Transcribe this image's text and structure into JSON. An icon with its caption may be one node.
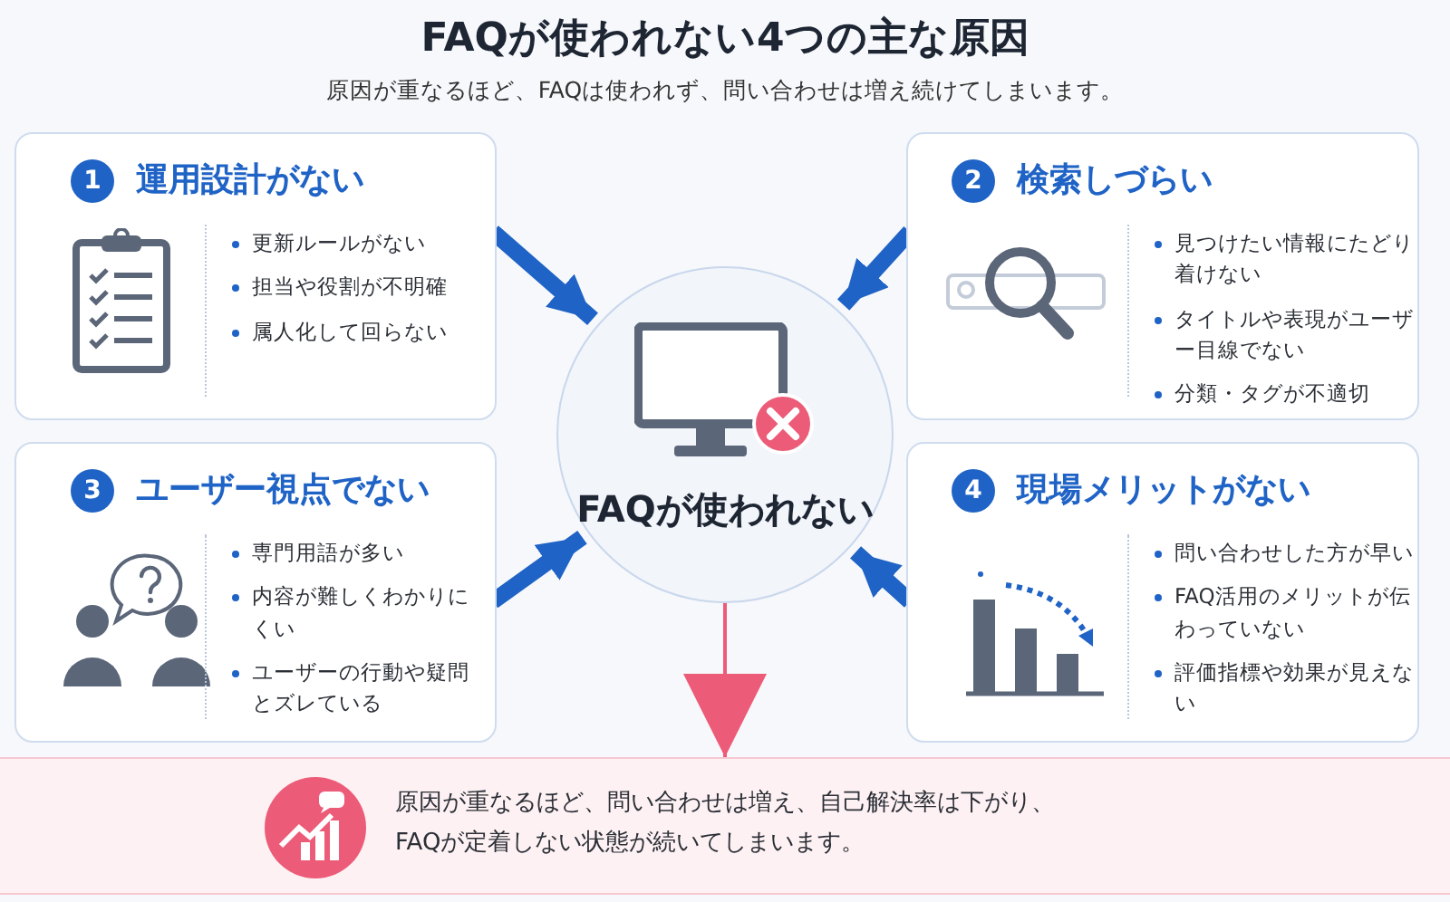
{
  "diagram": {
    "title": "FAQが使われない4つの主な原因",
    "nodes": [
      {
        "text": [
          "1",
          "運用設計がない",
          "更新ルールがない",
          "担当や役割が不明確",
          "属人化して回らない"
        ]
      },
      {
        "text": [
          "2",
          "検索しづらい",
          "見つけたい情報にたどり着けない",
          "タイトルや表現がユーザー目線でない",
          "分類・タグが不適切"
        ]
      },
      {
        "text": [
          "3",
          "ユーザー視点でない",
          "専門用語が多い",
          "内容が難しくわかりにくい",
          "ユーザーの行動や疑問とズレている"
        ]
      },
      {
        "text": [
          "4",
          "現場メリットがない",
          "問い合わせした方が早い",
          "FAQ活用のメリットが伝わっていない",
          "評価指標や効果が見えない"
        ]
      },
      {
        "text": [
          "FAQが使われない"
        ]
      },
      {
        "text": [
          "原因が重なるほど、問い合わせは増え、自己解決率は下がり、FAQが定着しない状態が続いてしまいます。"
        ]
      }
    ],
    "edges": [
      {
        "from": 0,
        "to": 4,
        "arrow": "to"
      },
      {
        "from": 1,
        "to": 4,
        "arrow": "to"
      },
      {
        "from": 2,
        "to": 4,
        "arrow": "to"
      },
      {
        "from": 3,
        "to": 4,
        "arrow": "to"
      },
      {
        "from": 4,
        "to": 5,
        "arrow": "to",
        "color": "#ec5b78"
      }
    ],
    "labels": [
      "原因が重なるほど、FAQは使われず、問い合わせは増え続けてしまいます。"
    ]
  }
}
